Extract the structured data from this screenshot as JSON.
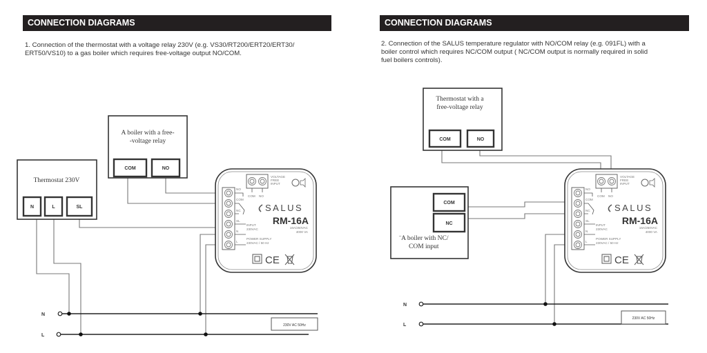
{
  "left": {
    "header": "CONNECTION DIAGRAMS",
    "description_lines": [
      "1. Connection of the thermostat with a voltage relay 230V (e.g. VS30/RT200/ERT20/ERT30/",
      "ERT50/VS10) to a gas boiler which requires free-voltage output NO/COM."
    ],
    "boiler": {
      "title_lines": [
        "A boiler with a free-",
        "-voltage relay"
      ],
      "com": "COM",
      "no": "NO"
    },
    "thermostat": {
      "title": "Thermostat 230V",
      "n": "N",
      "l": "L",
      "sl": "SL"
    },
    "bus": {
      "n": "N",
      "l": "L",
      "supply": "230V AC 50Hz"
    }
  },
  "right": {
    "header": "CONNECTION DIAGRAMS",
    "description_lines": [
      "2. Connection of the SALUS temperature regulator with NO/COM relay (e.g. 091FL) with a",
      "boiler control which requires NC/COM output ( NC/COM output is normally required in solid",
      "fuel boilers controls)."
    ],
    "thermostat": {
      "title_lines": [
        "Thermostat with a",
        "free-voltage relay"
      ],
      "com": "COM",
      "no": "NO"
    },
    "boiler": {
      "title_lines": [
        "¨A boiler with NC/",
        "COM input"
      ],
      "com": "COM",
      "nc": "NC"
    },
    "bus": {
      "n": "N",
      "l": "L",
      "supply": "230V AC 50Hz"
    }
  },
  "module": {
    "brand": "SALUS",
    "model": "RM-16A",
    "terminals": [
      "NO",
      "COM",
      "NC",
      "SL",
      "N",
      "L"
    ],
    "top_terminals": [
      "COM",
      "NO"
    ],
    "voltage_free_lines": [
      "VOLTAGE",
      "FREE",
      "INPUT"
    ],
    "rating_lines": [
      "16A/250VAC",
      "4000 VA"
    ],
    "input_lines": [
      "INPUT",
      "230VAC"
    ],
    "power_lines": [
      "POWER SUPPLY",
      "230VAC / 50 Hz"
    ],
    "marks": [
      "CE"
    ]
  }
}
